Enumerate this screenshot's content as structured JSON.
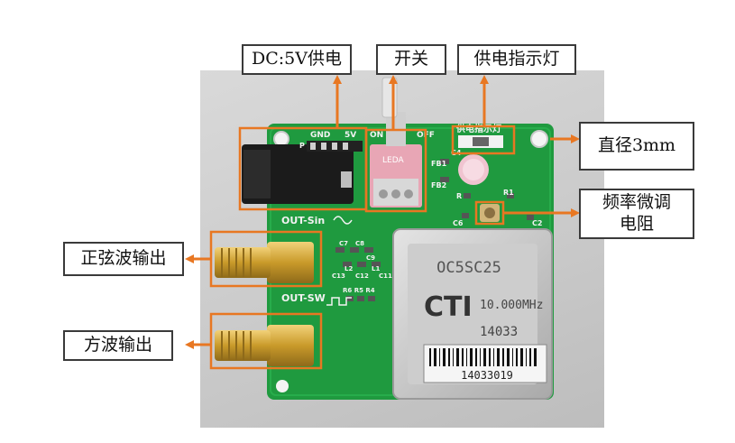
{
  "labels": {
    "dc": "DC:5V供电",
    "switch": "开关",
    "led": "供电指示灯",
    "hole": "直径3mm",
    "trim_line1": "频率微调",
    "trim_line2": "电阻",
    "sine": "正弦波输出",
    "square": "方波输出"
  },
  "board": {
    "gnd": "GND",
    "v5": "5V",
    "on": "ON",
    "off": "OFF",
    "power_led": "供电指示灯",
    "leda": "LEDA",
    "fb1": "FB1",
    "fb2": "FB2",
    "c4": "C4",
    "r1": "R1",
    "r_left": "R",
    "c6": "C6",
    "c2": "C2",
    "out_sin": "OUT-Sin",
    "out_sw": "OUT-SW",
    "c7": "C7",
    "c8": "C8",
    "c9": "C9",
    "l2": "L2",
    "l1": "L1",
    "c13": "C13",
    "c12": "C12",
    "c11": "C11",
    "r6r5r4": "R6 R5 R4",
    "p": "P"
  },
  "oscillator": {
    "model": "OC5SC25",
    "brand": "CTI",
    "freq": "10.000MHz",
    "code": "14033",
    "barcode": "14033019"
  },
  "colors": {
    "pcb": "#1f9a3f",
    "arrow": "#e87722",
    "gold": "#d4a93a",
    "metal": "#bfbfbf"
  }
}
